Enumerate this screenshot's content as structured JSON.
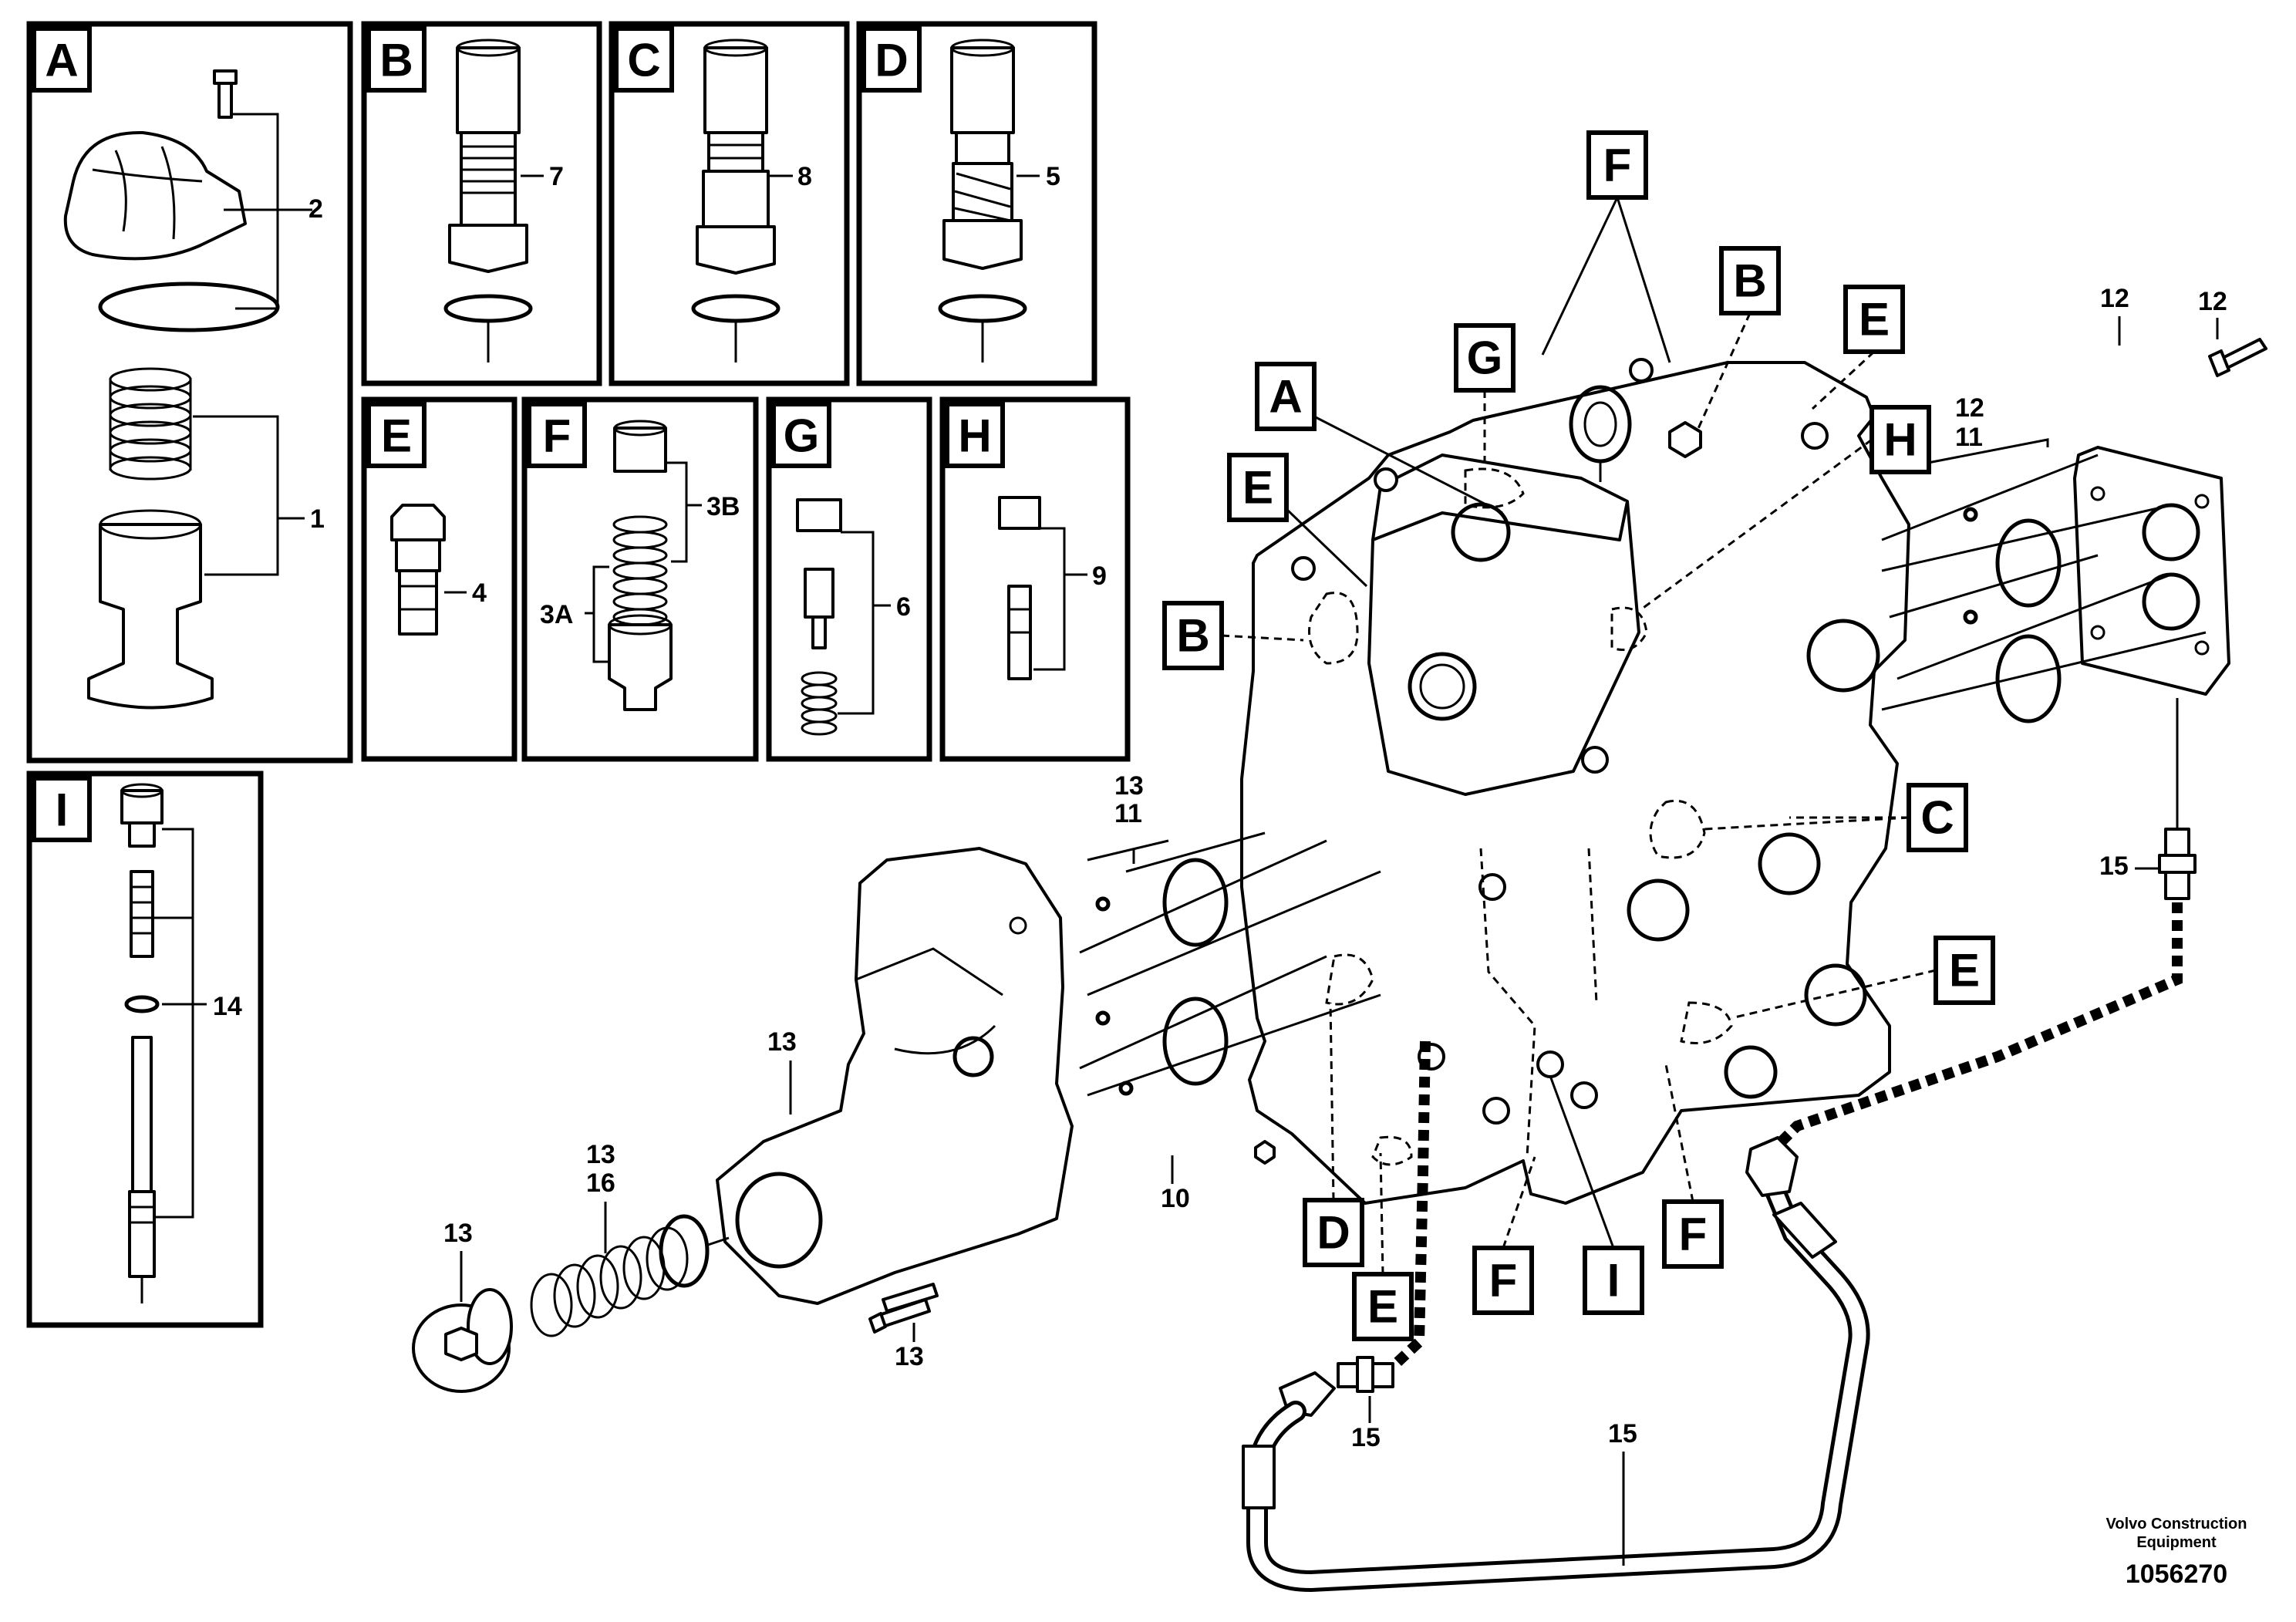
{
  "detail_views": [
    {
      "letter": "A",
      "callouts": [
        "2",
        "1"
      ]
    },
    {
      "letter": "B",
      "callouts": [
        "7"
      ]
    },
    {
      "letter": "C",
      "callouts": [
        "8"
      ]
    },
    {
      "letter": "D",
      "callouts": [
        "5"
      ]
    },
    {
      "letter": "E",
      "callouts": [
        "4"
      ]
    },
    {
      "letter": "F",
      "callouts": [
        "3B",
        "3A"
      ]
    },
    {
      "letter": "G",
      "callouts": [
        "6"
      ]
    },
    {
      "letter": "H",
      "callouts": [
        "9"
      ]
    },
    {
      "letter": "I",
      "callouts": [
        "14"
      ]
    }
  ],
  "location_labels": [
    "F",
    "G",
    "B",
    "E",
    "A",
    "H",
    "E",
    "B",
    "C",
    "E",
    "D",
    "E",
    "F",
    "I",
    "F"
  ],
  "part_numbers": {
    "cover_plate_top": "12",
    "cover_bolt_top": "12",
    "cover_seal_group_a": "12",
    "cover_seal_group_b": "11",
    "housing_seal_group_a": "13",
    "housing_seal_group_b": "11",
    "nipple_right": "15",
    "plug": "10",
    "end_housing": "13",
    "spring_group_a": "13",
    "spring_group_b": "16",
    "end_plug": "13",
    "housing_bolt": "13",
    "nipple_bottom": "15",
    "hose": "15"
  },
  "credit": {
    "line1": "Volvo Construction",
    "line2": "Equipment"
  },
  "drawing_number": "1056270"
}
